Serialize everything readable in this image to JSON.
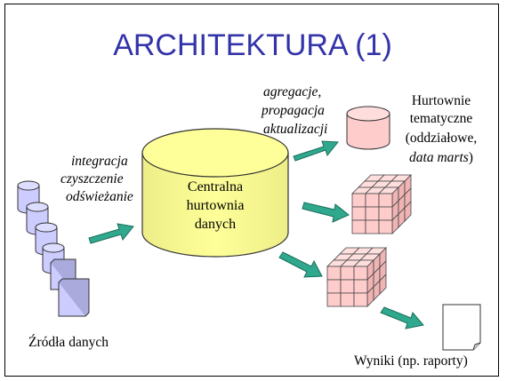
{
  "title": "ARCHITEKTURA (1)",
  "integration_label": [
    "integracja",
    "czyszczenie",
    "odświeżanie"
  ],
  "aggregation_label": [
    "agregacje,",
    "propagacja",
    "aktualizacji"
  ],
  "central_warehouse": [
    "Centralna",
    "hurtownia",
    "danych"
  ],
  "data_marts_label": {
    "line1": "Hurtownie",
    "line2": "tematyczne",
    "line3": "(oddziałowe,",
    "line4_italic": "data marts",
    "line4_suffix": ")"
  },
  "sources_label": "Źródła danych",
  "results_label": "Wyniki (np. raporty)",
  "colors": {
    "title": "#3333aa",
    "cylinder_fill": "#ffff99",
    "source_fill": "#ccccff",
    "cube_fill": "#ffcccc",
    "arrow_fill": "#2fa88e"
  },
  "icons": [
    "database-cylinder-icon",
    "cube-grid-icon",
    "document-icon",
    "arrow-icon"
  ]
}
